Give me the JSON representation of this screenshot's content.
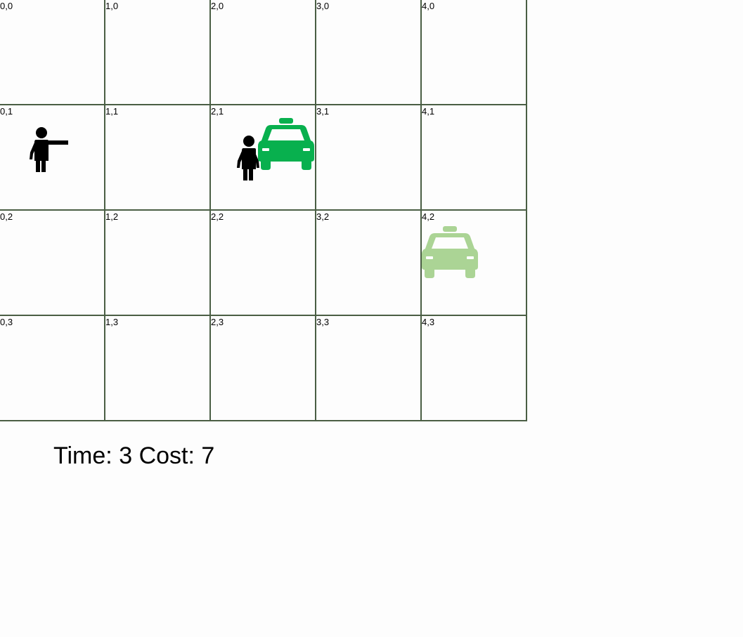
{
  "grid": {
    "cols": 5,
    "rows": 4,
    "line_color": "#4a5e44",
    "cells": [
      {
        "label": "0,0"
      },
      {
        "label": "1,0"
      },
      {
        "label": "2,0"
      },
      {
        "label": "3,0"
      },
      {
        "label": "4,0"
      },
      {
        "label": "0,1"
      },
      {
        "label": "1,1"
      },
      {
        "label": "2,1"
      },
      {
        "label": "3,1"
      },
      {
        "label": "4,1"
      },
      {
        "label": "0,2"
      },
      {
        "label": "1,2"
      },
      {
        "label": "2,2"
      },
      {
        "label": "3,2"
      },
      {
        "label": "4,2"
      },
      {
        "label": "0,3"
      },
      {
        "label": "1,3"
      },
      {
        "label": "2,3"
      },
      {
        "label": "3,3"
      },
      {
        "label": "4,3"
      }
    ]
  },
  "entities": [
    {
      "kind": "passenger-hailing",
      "cell": [
        0,
        1
      ],
      "icon": "hailing-person-icon",
      "color": "#000000"
    },
    {
      "kind": "passenger-boarding",
      "cell": [
        2,
        1
      ],
      "icon": "person-icon",
      "color": "#000000"
    },
    {
      "kind": "taxi-active",
      "cell": [
        2,
        1
      ],
      "icon": "taxi-icon",
      "color": "#08b04e"
    },
    {
      "kind": "taxi-faded",
      "cell": [
        4,
        2
      ],
      "icon": "taxi-icon",
      "color": "#abd495"
    }
  ],
  "status": {
    "time_label": "Time:",
    "time": "3",
    "cost_label": "Cost:",
    "cost": "7"
  }
}
